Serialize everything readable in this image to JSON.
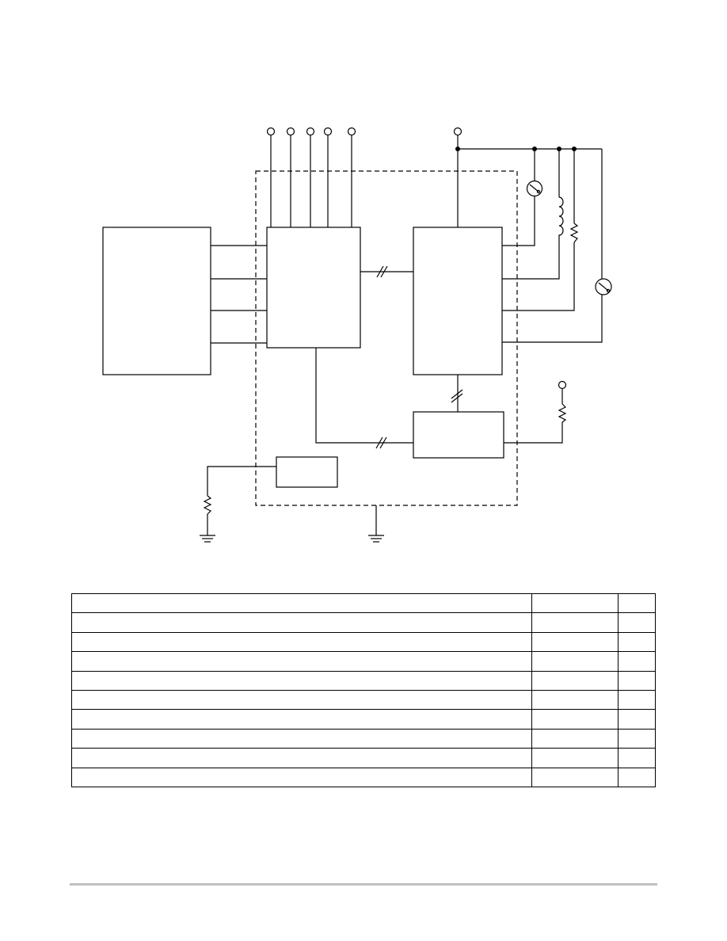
{
  "diagram": {
    "line_color": "#000000",
    "package_outline_style": "dashed",
    "components": [
      "external-block",
      "logic-block",
      "driver-block",
      "lower-block",
      "small-block",
      "lamp",
      "inductor",
      "resistor",
      "ground"
    ]
  },
  "table": {
    "rows": 10,
    "columns": 3,
    "cells": [
      [
        "",
        "",
        ""
      ],
      [
        "",
        "",
        ""
      ],
      [
        "",
        "",
        ""
      ],
      [
        "",
        "",
        ""
      ],
      [
        "",
        "",
        ""
      ],
      [
        "",
        "",
        ""
      ],
      [
        "",
        "",
        ""
      ],
      [
        "",
        "",
        ""
      ],
      [
        "",
        "",
        ""
      ],
      [
        "",
        "",
        ""
      ]
    ]
  },
  "footer": {
    "rule_color": "#c0c0c0"
  }
}
